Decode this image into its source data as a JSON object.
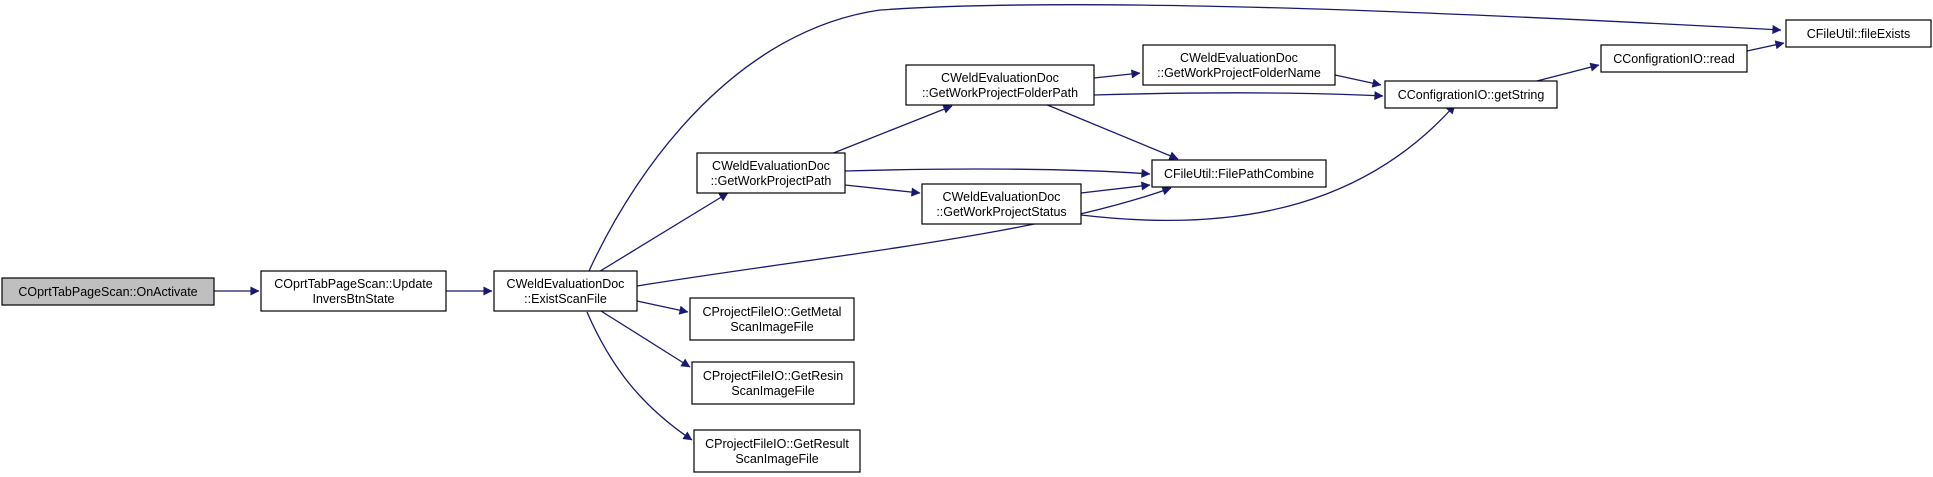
{
  "colors": {
    "edge": "#191970",
    "node_fill": "#ffffff",
    "root_fill": "#bfbfbf",
    "node_border": "#000000"
  },
  "nodes": {
    "on_activate": {
      "lines": [
        "COprtTabPageScan::OnActivate"
      ],
      "root": true
    },
    "update_invers": {
      "lines": [
        "COprtTabPageScan::Update",
        "InversBtnState"
      ]
    },
    "exist_scan_file": {
      "lines": [
        "CWeldEvaluationDoc",
        "::ExistScanFile"
      ]
    },
    "get_work_project_path": {
      "lines": [
        "CWeldEvaluationDoc",
        "::GetWorkProjectPath"
      ]
    },
    "get_work_project_folder_path": {
      "lines": [
        "CWeldEvaluationDoc",
        "::GetWorkProjectFolderPath"
      ]
    },
    "get_work_project_folder_name": {
      "lines": [
        "CWeldEvaluationDoc",
        "::GetWorkProjectFolderName"
      ]
    },
    "get_work_project_status": {
      "lines": [
        "CWeldEvaluationDoc",
        "::GetWorkProjectStatus"
      ]
    },
    "file_path_combine": {
      "lines": [
        "CFileUtil::FilePathCombine"
      ]
    },
    "get_string": {
      "lines": [
        "CConfigrationIO::getString"
      ]
    },
    "read": {
      "lines": [
        "CConfigrationIO::read"
      ]
    },
    "file_exists": {
      "lines": [
        "CFileUtil::fileExists"
      ]
    },
    "get_metal": {
      "lines": [
        "CProjectFileIO::GetMetal",
        "ScanImageFile"
      ]
    },
    "get_resin": {
      "lines": [
        "CProjectFileIO::GetResin",
        "ScanImageFile"
      ]
    },
    "get_result": {
      "lines": [
        "CProjectFileIO::GetResult",
        "ScanImageFile"
      ]
    }
  }
}
